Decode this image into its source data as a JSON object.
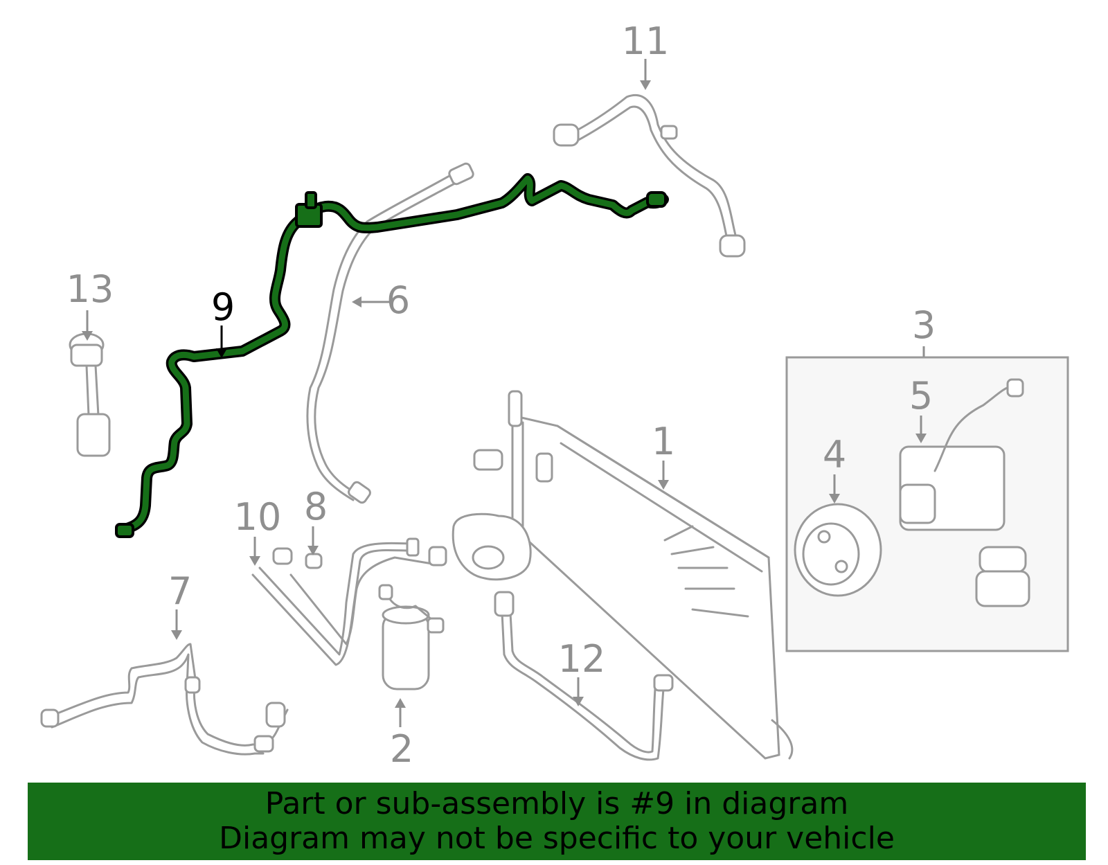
{
  "callouts": {
    "c1": "1",
    "c2": "2",
    "c3": "3",
    "c4": "4",
    "c5": "5",
    "c6": "6",
    "c7": "7",
    "c8": "8",
    "c9": "9",
    "c10": "10",
    "c11": "11",
    "c12": "12",
    "c13": "13"
  },
  "highlighted_part": "9",
  "colors": {
    "highlight": "#166f18",
    "part_line": "#9a9a9a",
    "banner_bg": "#166f18"
  },
  "banner": {
    "line1": "Part or sub-assembly is #9 in diagram",
    "line2": "Diagram may not be specific to your vehicle"
  }
}
